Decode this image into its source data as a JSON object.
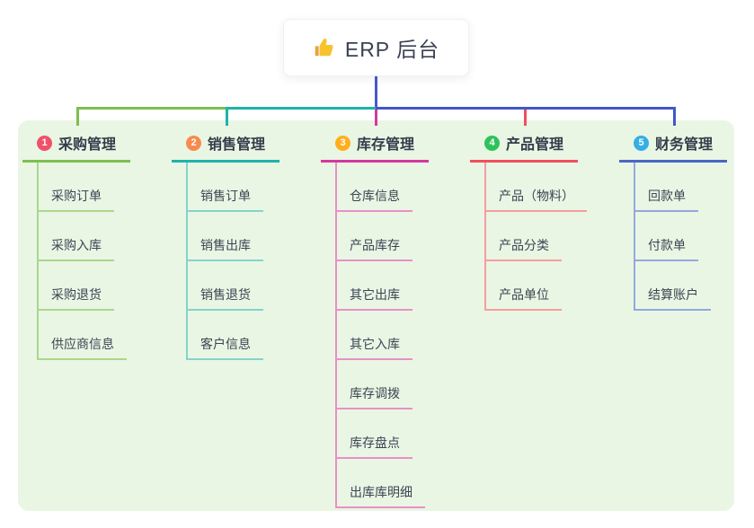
{
  "root": {
    "title": "ERP 后台",
    "icon": "thumbs-up-icon"
  },
  "branches": [
    {
      "index": "1",
      "label": "采购管理",
      "badge_color": "#f0506a",
      "line_color": "#7cbf4e",
      "child_line_color": "#abd78c",
      "children": [
        "采购订单",
        "采购入库",
        "采购退货",
        "供应商信息"
      ]
    },
    {
      "index": "2",
      "label": "销售管理",
      "badge_color": "#f98a4e",
      "line_color": "#1eb3a9",
      "child_line_color": "#84d4cc",
      "children": [
        "销售订单",
        "销售出库",
        "销售退货",
        "客户信息"
      ]
    },
    {
      "index": "3",
      "label": "库存管理",
      "badge_color": "#ffaf1e",
      "line_color": "#d6379e",
      "child_line_color": "#ea90c8",
      "children": [
        "仓库信息",
        "产品库存",
        "其它出库",
        "其它入库",
        "库存调拨",
        "库存盘点",
        "出库库明细"
      ]
    },
    {
      "index": "4",
      "label": "产品管理",
      "badge_color": "#2fc25b",
      "line_color": "#f14f5c",
      "child_line_color": "#f59e9e",
      "children": [
        "产品（物料）",
        "产品分类",
        "产品单位"
      ]
    },
    {
      "index": "5",
      "label": "财务管理",
      "badge_color": "#35aee5",
      "line_color": "#4a67c3",
      "child_line_color": "#94a8dc",
      "children": [
        "回款单",
        "付款单",
        "结算账户"
      ]
    }
  ],
  "connectors": {
    "root_vertical": "#4d56cc",
    "left_horizontal_1": "#7cbf4e",
    "left_horizontal_2": "#1eb3a9",
    "right_horizontal": "#4257c8",
    "drop_1": "#7cbf4e",
    "drop_2": "#1eb3a9",
    "drop_3": "#d6379e",
    "drop_4": "#f14f5c",
    "drop_5": "#4257c8"
  },
  "panel_color": "#e9f6e4"
}
